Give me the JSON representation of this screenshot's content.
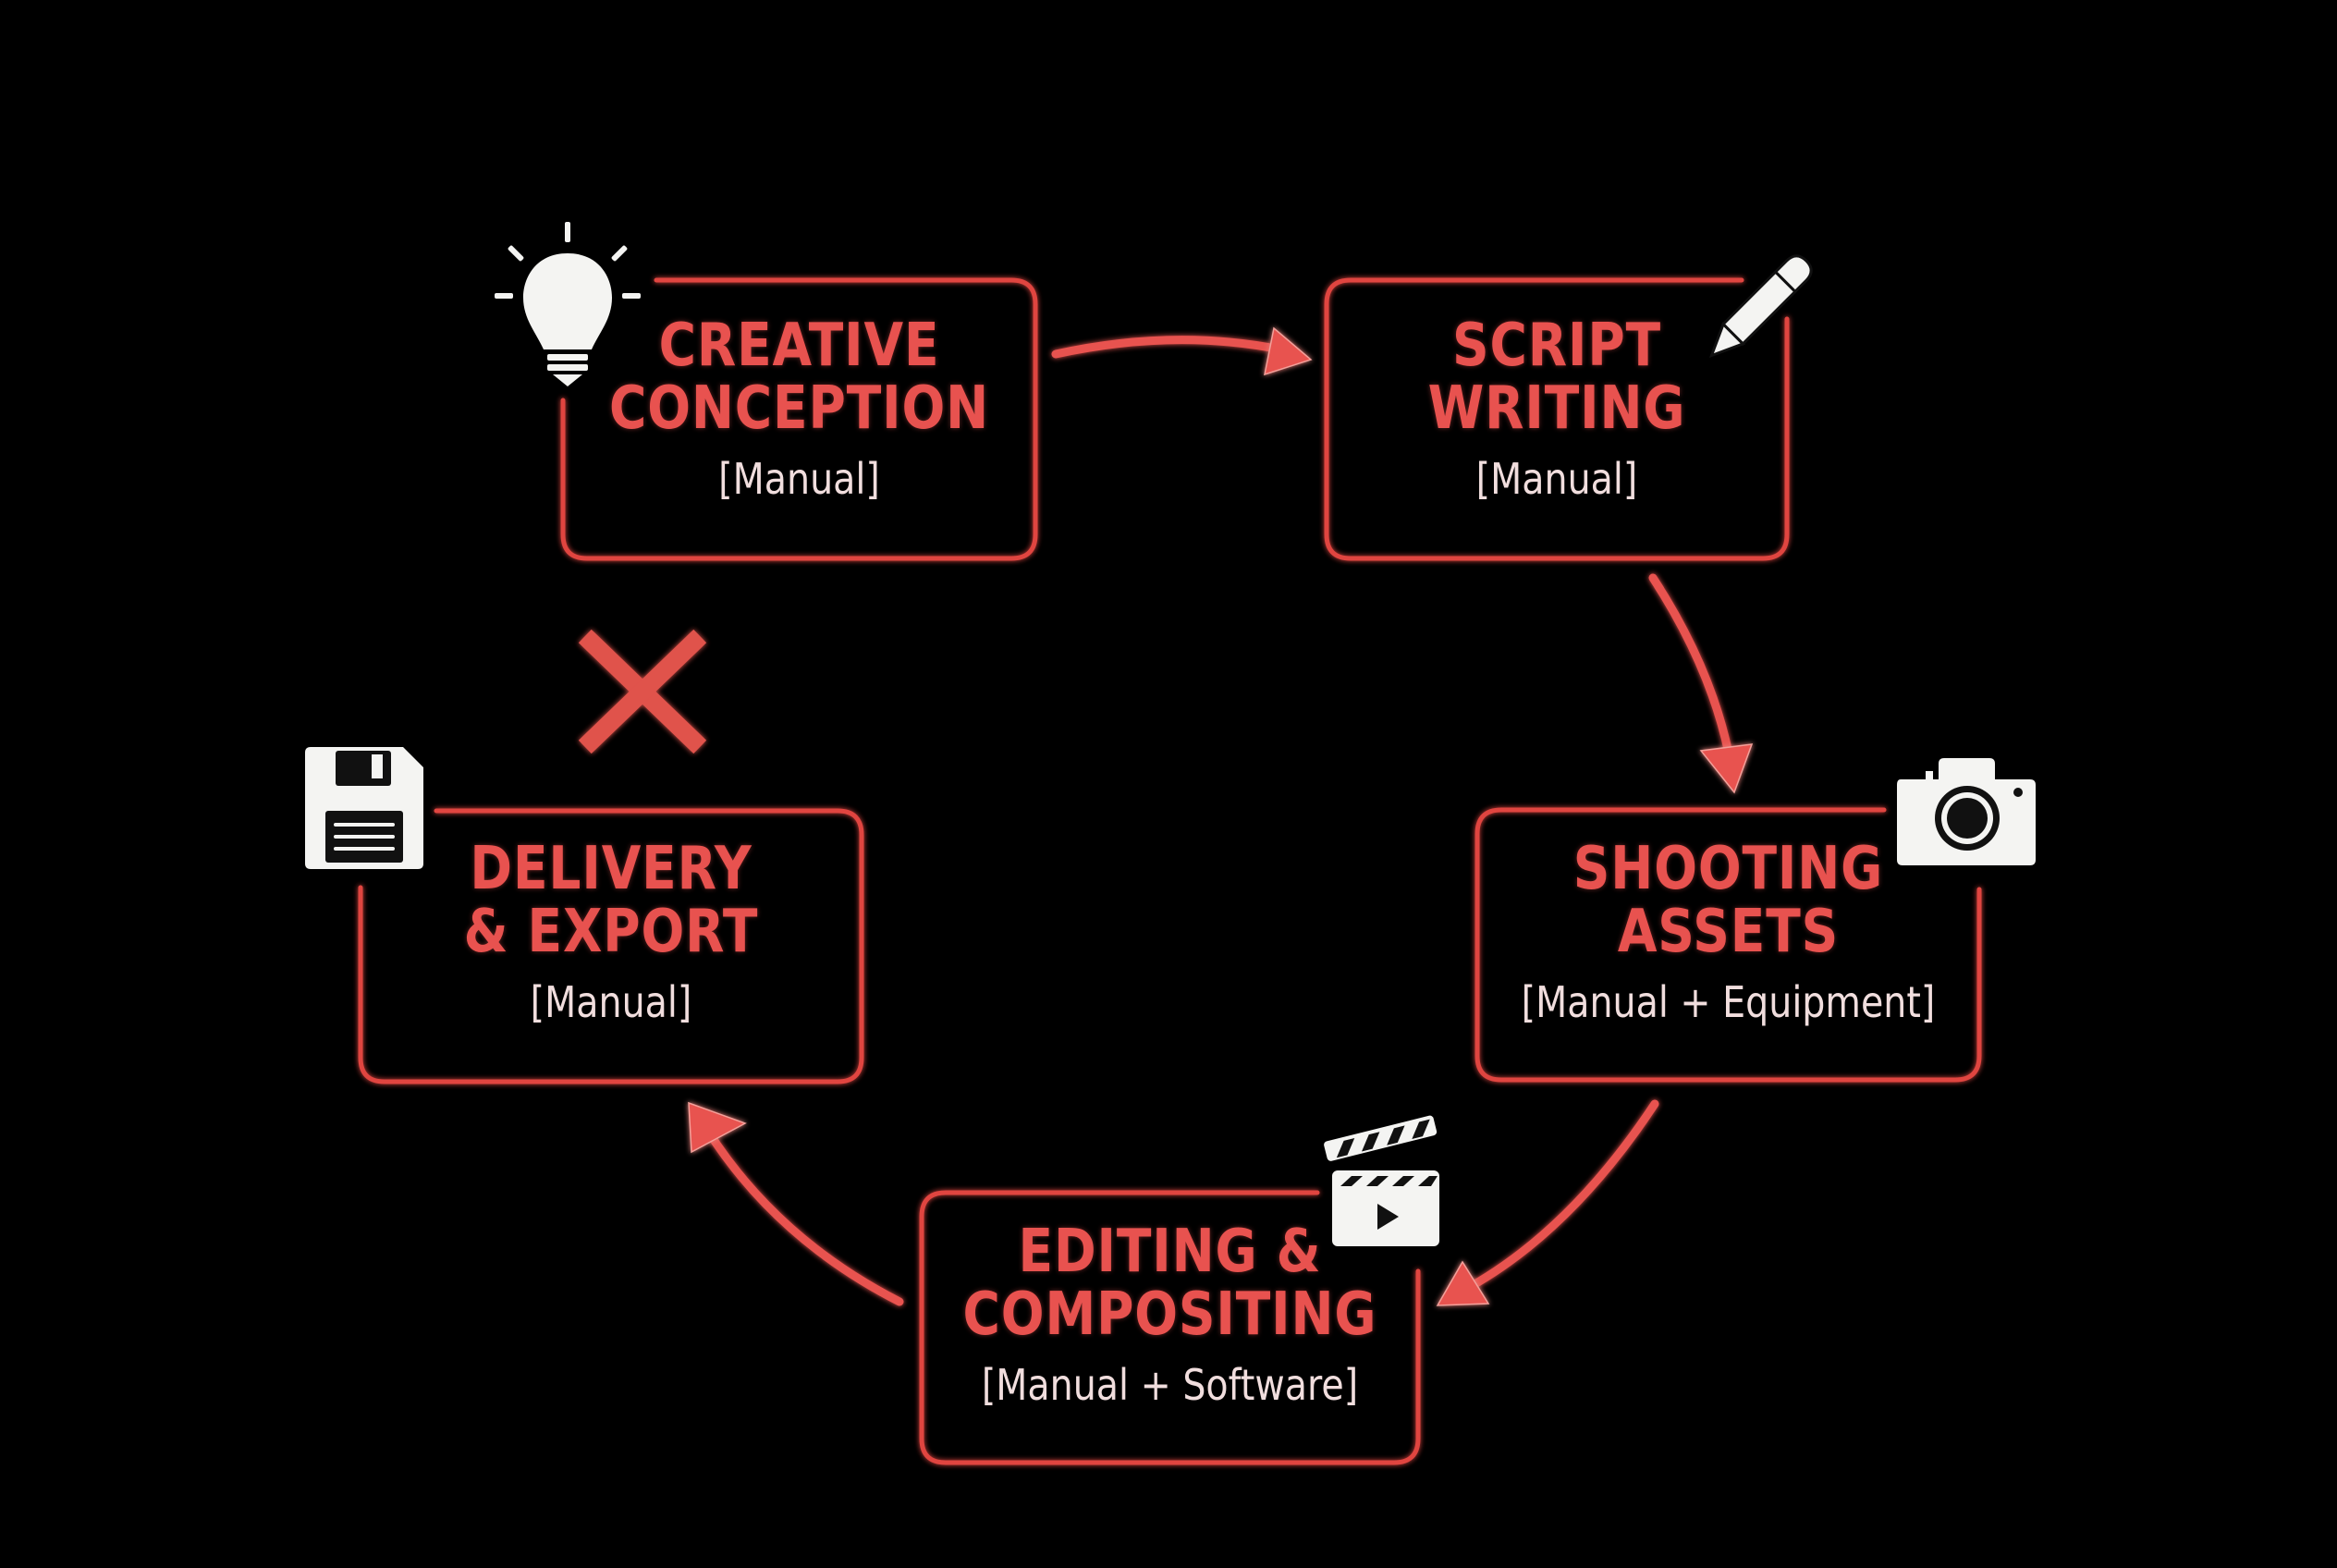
{
  "diagram": {
    "type": "cycle-flow",
    "colors": {
      "background": "#000000",
      "accent_red": "#e8524f",
      "box_stroke": "#e0443f",
      "subtitle": "#f1dede",
      "icon_fill": "#f4f4f2"
    },
    "nodes": [
      {
        "id": "creative",
        "title_line1": "CREATIVE",
        "title_line2": "CONCEPTION",
        "subtitle": "[Manual]",
        "icon": "lightbulb-icon"
      },
      {
        "id": "script",
        "title_line1": "SCRIPT",
        "title_line2": "WRITING",
        "subtitle": "[Manual]",
        "icon": "pencil-icon"
      },
      {
        "id": "shooting",
        "title_line1": "SHOOTING",
        "title_line2": "ASSETS",
        "subtitle": "[Manual + Equipment]",
        "icon": "camera-icon"
      },
      {
        "id": "editing",
        "title_line1": "EDITING &",
        "title_line2": "COMPOSITING",
        "subtitle": "[Manual + Software]",
        "icon": "clapperboard-icon"
      },
      {
        "id": "delivery",
        "title_line1": "DELIVERY",
        "title_line2": "& EXPORT",
        "subtitle": "[Manual]",
        "icon": "floppy-disk-icon"
      }
    ],
    "edges": [
      {
        "from": "creative",
        "to": "script"
      },
      {
        "from": "script",
        "to": "shooting"
      },
      {
        "from": "shooting",
        "to": "editing"
      },
      {
        "from": "editing",
        "to": "delivery"
      }
    ],
    "broken_link": {
      "between": "delivery -> creative",
      "icon": "x-mark-icon"
    }
  }
}
